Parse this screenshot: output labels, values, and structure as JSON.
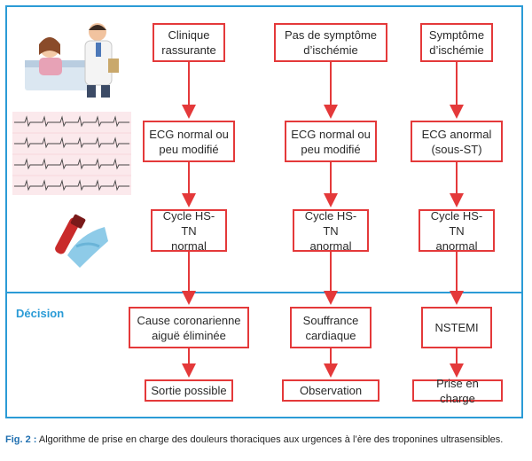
{
  "decision_label": "Décision",
  "nodes": {
    "c1r1": "Clinique\nrassurante",
    "c1r2": "ECG normal ou\npeu modifié",
    "c1r3": "Cycle HS-TN\nnormal",
    "c1r4": "Cause coronarienne\naiguë éliminée",
    "c1r5": "Sortie possible",
    "c2r1": "Pas de symptôme\nd’ischémie",
    "c2r2": "ECG normal ou\npeu modifié",
    "c2r3": "Cycle HS-TN\nanormal",
    "c2r4": "Souffrance\ncardiaque",
    "c2r5": "Observation",
    "c3r1": "Symptôme\nd’ischémie",
    "c3r2": "ECG anormal\n(sous-ST)",
    "c3r3": "Cycle HS-TN\nanormal",
    "c3r4": "NSTEMI",
    "c3r5": "Prise en charge"
  },
  "caption": {
    "label": "Fig. 2 :",
    "text": "Algorithme de prise en charge des douleurs thoraciques aux urgences à l’ère des troponines ultrasensibles."
  },
  "colors": {
    "frame": "#2b9bd6",
    "box_border": "#e4393a",
    "arrow": "#e4393a"
  }
}
